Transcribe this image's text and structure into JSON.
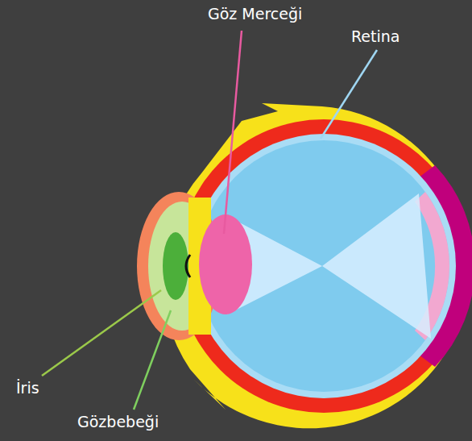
{
  "diagram": {
    "labels": [
      "Göz Merceği",
      "Retina",
      "İris",
      "Gözbebeği"
    ]
  }
}
